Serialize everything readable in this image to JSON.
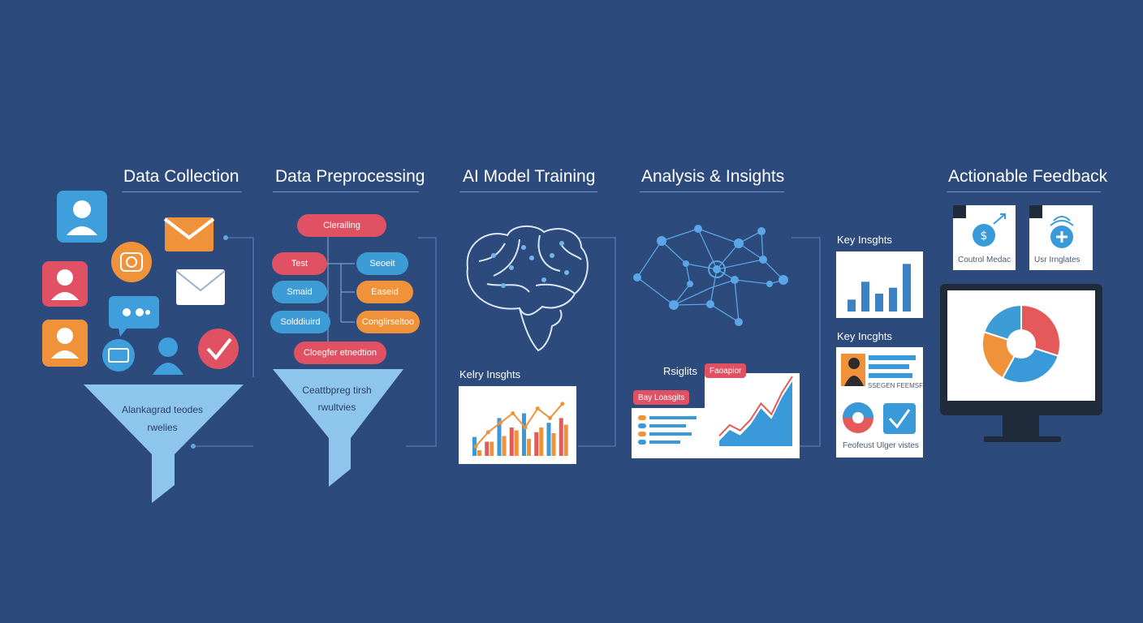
{
  "stages": [
    {
      "title": "Data Collection"
    },
    {
      "title": "Data Preprocessing"
    },
    {
      "title": "AI Model Training"
    },
    {
      "title": "Analysis & Insights"
    },
    {
      "title": "Actionable Feedback"
    }
  ],
  "collection": {
    "funnel_lines": [
      "Alankagrad teodes",
      "rwelies"
    ]
  },
  "preprocessing": {
    "top_pill": "Clerailing",
    "left_pills": [
      "Test",
      "Smaid",
      "Solddiuird"
    ],
    "right_pills": [
      "Seoeit",
      "Easeid",
      "Conglirseltoo"
    ],
    "bottom_pill": "Cloegfer etnedtion",
    "funnel_lines": [
      "Ceattbpreg tirsh",
      "rwultvies"
    ]
  },
  "training": {
    "insights_label": "Kelry Insghts"
  },
  "analysis": {
    "label_insights": "Rsiglits",
    "tag_red_top": "Faoapior",
    "tag_red_left": "Bay Loasgits"
  },
  "side_cards": {
    "label_top": "Key Insghts",
    "label_mid": "Key Incghts",
    "small_text": "SSEGEN FEEMSF",
    "caption": "Feofeust Ulger vistes"
  },
  "feedback": {
    "card_left_caption": "Coutrol Medac",
    "card_right_caption": "Usr Irnglates"
  },
  "chart_data": [
    {
      "type": "bar",
      "description_ref": "training-insights-chart",
      "series": [
        {
          "values": [
            4,
            3,
            8,
            6,
            9,
            5,
            7,
            8
          ]
        },
        {
          "values": [
            2,
            5,
            7,
            9,
            6,
            10,
            8,
            11
          ]
        }
      ]
    },
    {
      "type": "bar",
      "description_ref": "key-insights-bar-chart",
      "values": [
        2,
        5,
        3,
        4,
        8
      ]
    },
    {
      "type": "area",
      "description_ref": "analysis-area-chart",
      "values": [
        1,
        3,
        2,
        4,
        7,
        5,
        9,
        12
      ]
    },
    {
      "type": "pie",
      "description_ref": "monitor-donut-chart",
      "values": [
        30,
        28,
        22,
        20
      ],
      "colors": [
        "#e45a5a",
        "#3a9ad9",
        "#f0923a",
        "#3d9bd6"
      ]
    }
  ]
}
